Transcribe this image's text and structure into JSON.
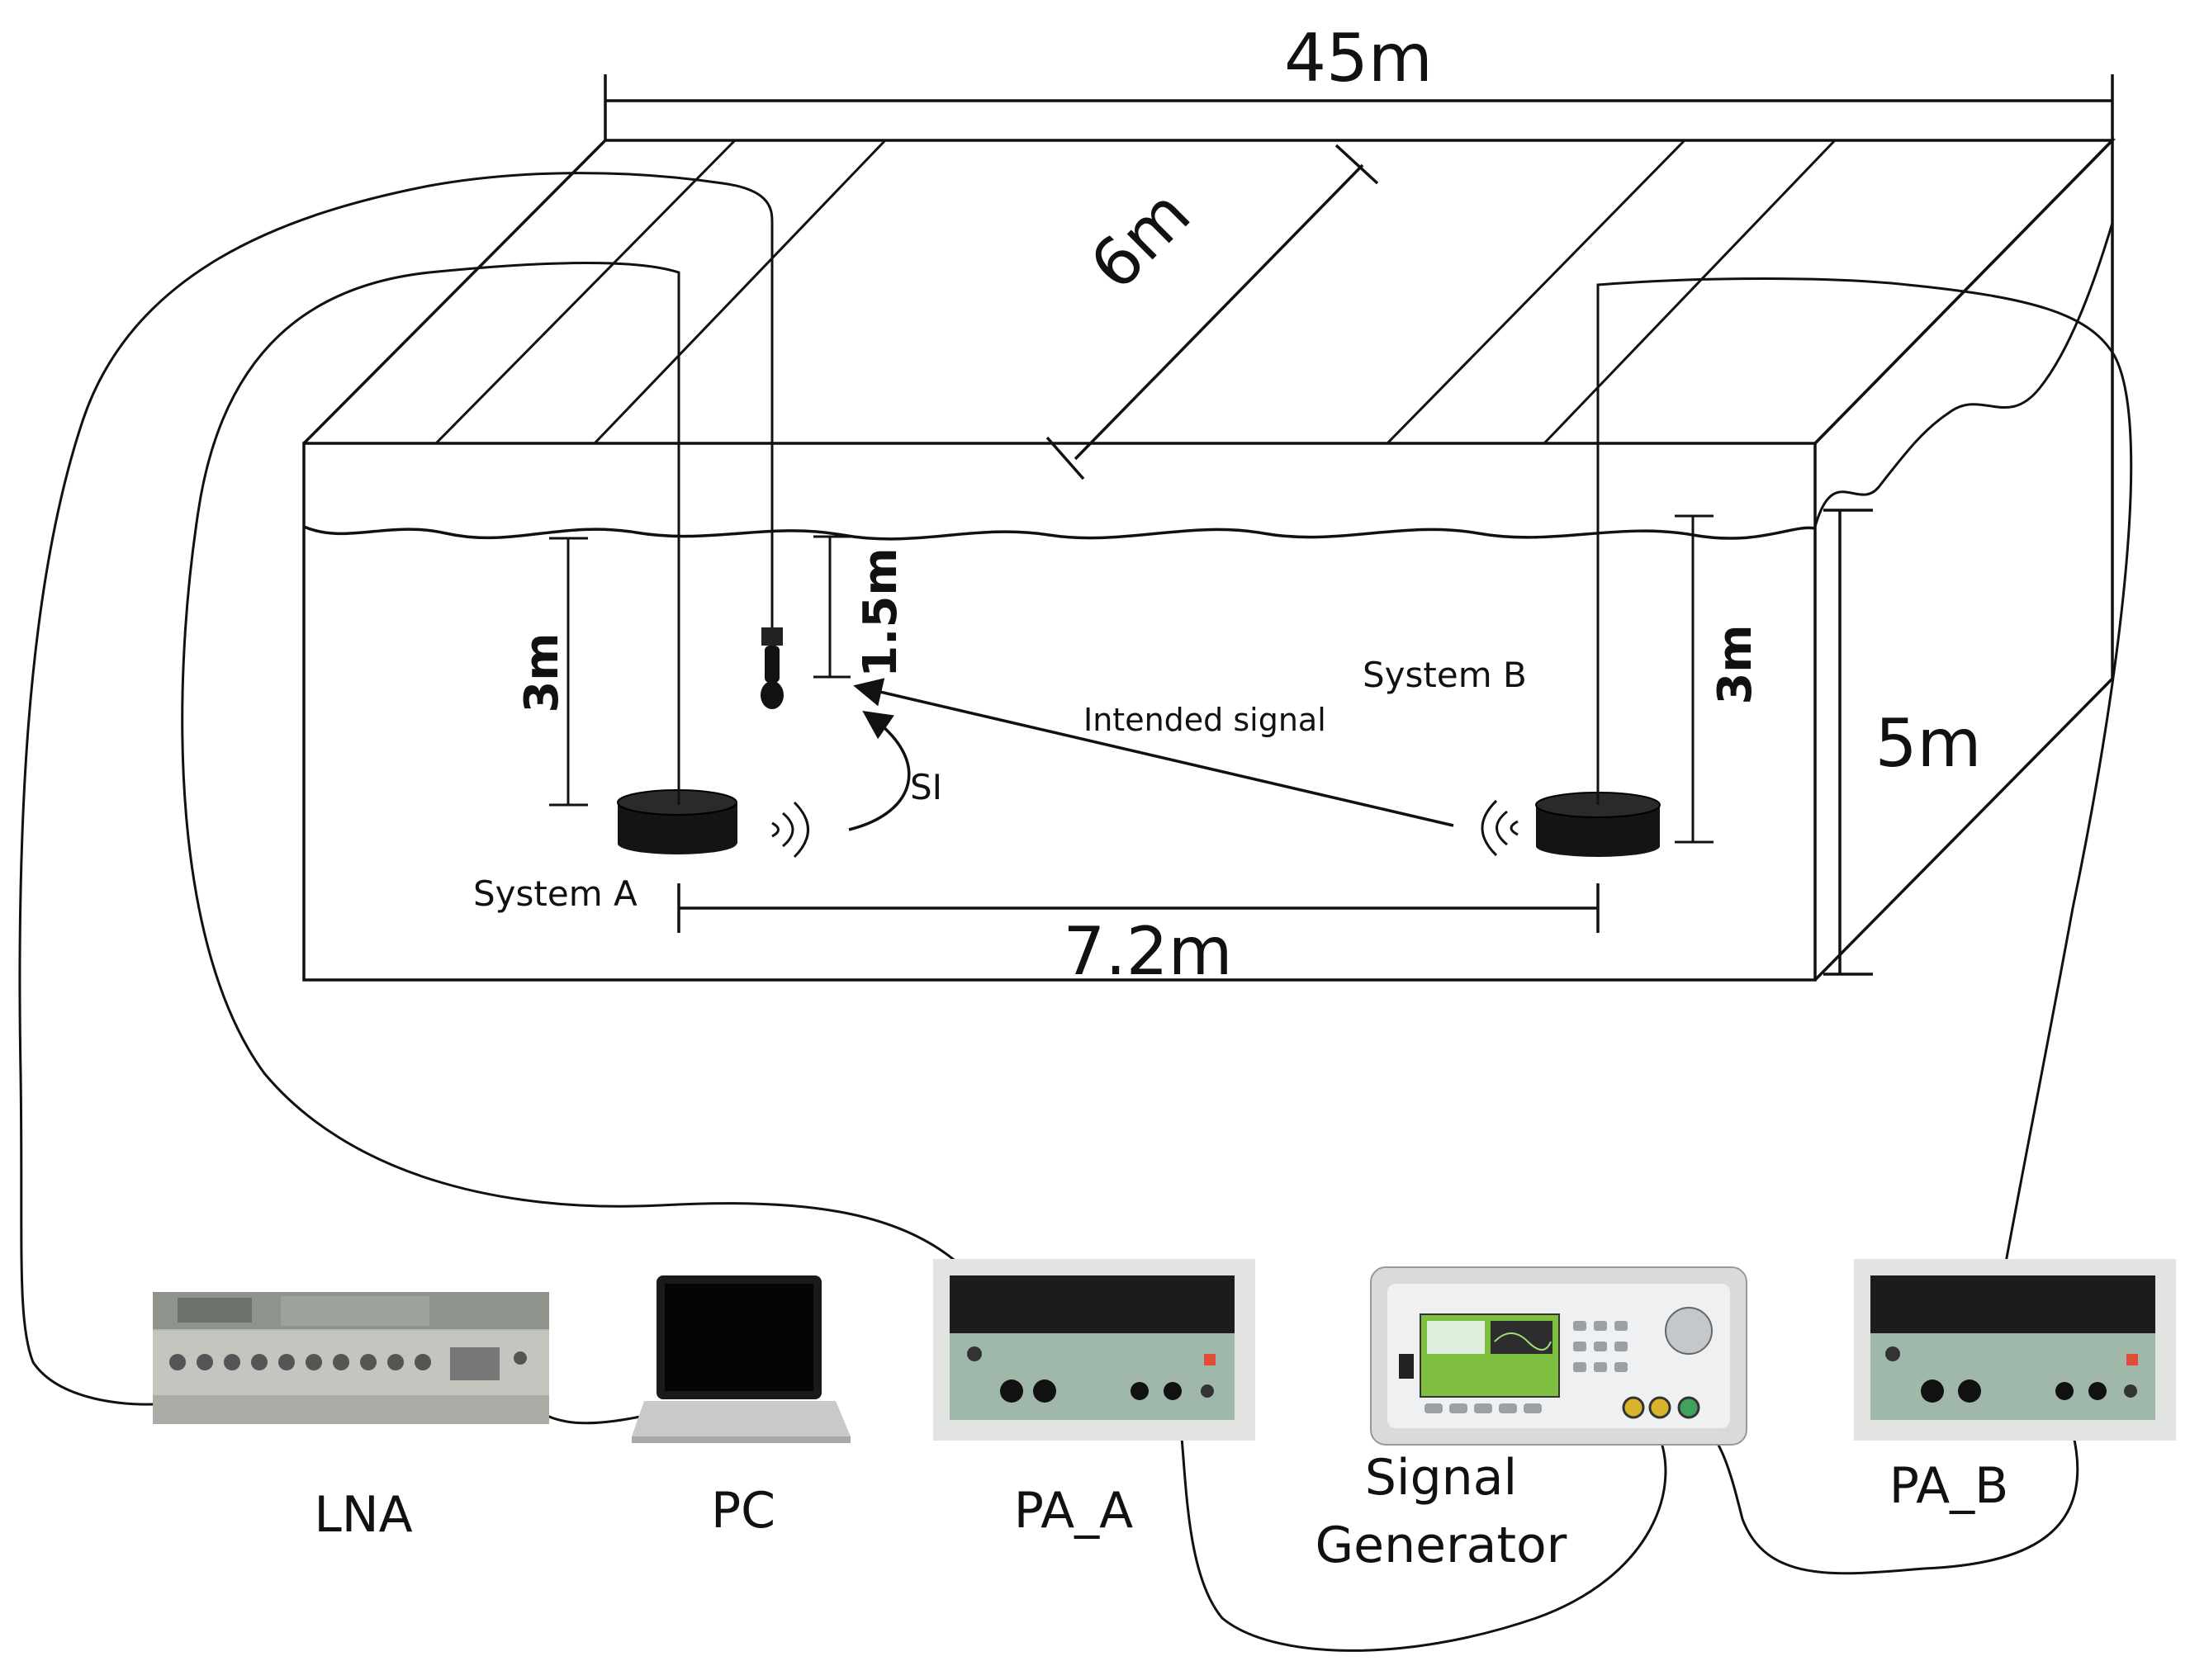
{
  "dimensions": {
    "length": "45m",
    "width": "6m",
    "depth": "5m",
    "separation": "7.2m",
    "depth_a": "3m",
    "depth_b": "3m",
    "hydrophone_depth": "1.5m"
  },
  "labels": {
    "system_a": "System A",
    "system_b": "System B",
    "intended_signal": "Intended signal",
    "si": "SI"
  },
  "devices": {
    "lna": "LNA",
    "pc": "PC",
    "pa_a": "PA_A",
    "signal_generator_line1": "Signal",
    "signal_generator_line2": "Generator",
    "pa_b": "PA_B"
  },
  "colors": {
    "ink": "#111111",
    "transducer": "#141414",
    "pa_panel": "#9fb8aa",
    "sg_screen": "#7fbf3f"
  }
}
